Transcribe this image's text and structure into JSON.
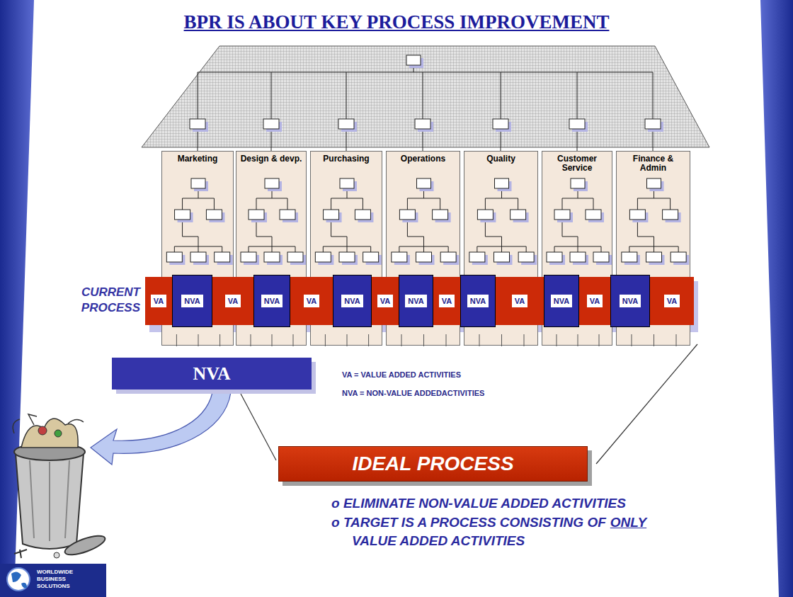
{
  "diagram": {
    "title": "BPR IS ABOUT KEY PROCESS IMPROVEMENT",
    "nodes": [
      {
        "text": [
          "Marketing"
        ]
      },
      {
        "text": [
          "Design & devp."
        ]
      },
      {
        "text": [
          "Purchasing"
        ]
      },
      {
        "text": [
          "Operations"
        ]
      },
      {
        "text": [
          "Quality"
        ]
      },
      {
        "text": [
          "Customer Service"
        ]
      },
      {
        "text": [
          "Finance & Admin"
        ]
      },
      {
        "text": [
          "VA"
        ]
      },
      {
        "text": [
          "NVA"
        ]
      },
      {
        "text": [
          "VA"
        ]
      },
      {
        "text": [
          "NVA"
        ]
      },
      {
        "text": [
          "VA"
        ]
      },
      {
        "text": [
          "NVA"
        ]
      },
      {
        "text": [
          "VA"
        ]
      },
      {
        "text": [
          "NVA"
        ]
      },
      {
        "text": [
          "VA"
        ]
      },
      {
        "text": [
          "NVA"
        ]
      },
      {
        "text": [
          "VA"
        ]
      },
      {
        "text": [
          "NVA"
        ]
      },
      {
        "text": [
          "VA"
        ]
      },
      {
        "text": [
          "NVA"
        ]
      },
      {
        "text": [
          "VA"
        ]
      },
      {
        "text": [
          "NVA"
        ]
      },
      {
        "text": [
          "IDEAL PROCESS"
        ]
      }
    ],
    "labels": [
      "CURRENT PROCESS",
      "VA = VALUE ADDED ACTIVITIES",
      "NVA = NON-VALUE ADDEDACTIVITIES",
      "o ELIMINATE NON-VALUE ADDED ACTIVITIES",
      "o TARGET IS A PROCESS CONSISTING OF",
      "ONLY",
      "VALUE ADDED ACTIVITIES",
      "WORLDWIDE BUSINESS SOLUTIONS"
    ]
  }
}
